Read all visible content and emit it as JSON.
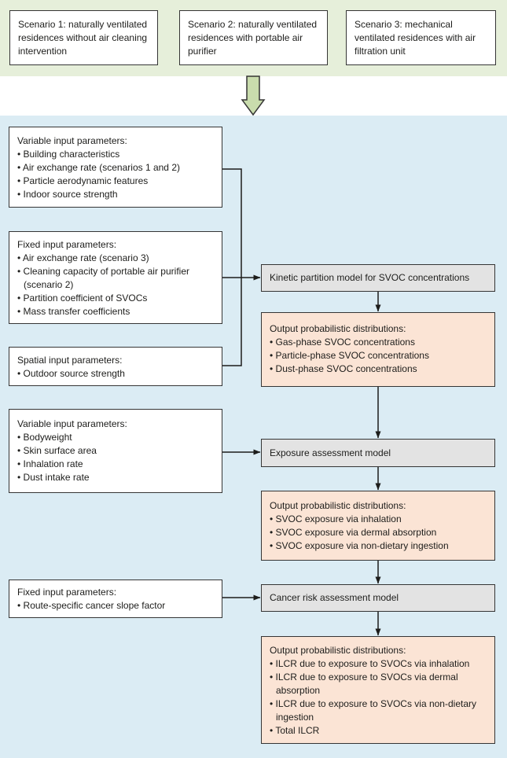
{
  "figure": {
    "type": "flowchart",
    "description": "Probabilistic SVOC exposure and cancer risk assessment framework"
  },
  "colors": {
    "green_band": "#e6efda",
    "blue_panel": "#dbecf4",
    "box_fill": "#ffffff",
    "model_box_fill": "#e3e3e3",
    "output_box_fill": "#fbe4d5",
    "arrow_fill": "#c9dcad",
    "border": "#353535",
    "line": "#1d1d1b",
    "text": "#1d1d1b"
  },
  "icons": {
    "down_arrow": "big-green-down-arrow",
    "flow_arrowhead": "black-triangle-arrowhead"
  },
  "scenarios": [
    {
      "label": "Scenario 1: naturally ventilated residences without air cleaning intervention"
    },
    {
      "label": "Scenario 2: naturally ventilated residences with portable air purifier"
    },
    {
      "label": "Scenario 3: mechanical ventilated residences with air filtration unit"
    }
  ],
  "inputs": [
    {
      "title": "Variable input parameters:",
      "items": [
        "• Building characteristics",
        "• Air exchange rate (scenarios 1 and 2)",
        "• Particle aerodynamic features",
        "• Indoor source strength"
      ]
    },
    {
      "title": "Fixed input parameters:",
      "items": [
        "• Air exchange rate (scenario 3)",
        "• Cleaning capacity of portable air purifier (scenario 2)",
        "• Partition coefficient of SVOCs",
        "• Mass transfer coefficients"
      ]
    },
    {
      "title": "Spatial input parameters:",
      "items": [
        "• Outdoor source strength"
      ]
    },
    {
      "title": "Variable input parameters:",
      "items": [
        "• Bodyweight",
        "• Skin surface area",
        "• Inhalation rate",
        "• Dust intake rate"
      ]
    },
    {
      "title": "Fixed input parameters:",
      "items": [
        "• Route-specific cancer slope factor"
      ]
    }
  ],
  "models": [
    {
      "label": "Kinetic partition model for SVOC concentrations"
    },
    {
      "label": "Exposure assessment model"
    },
    {
      "label": "Cancer risk assessment model"
    }
  ],
  "outputs": [
    {
      "title": "Output probabilistic distributions:",
      "items": [
        "• Gas-phase SVOC concentrations",
        "• Particle-phase SVOC concentrations",
        "• Dust-phase SVOC concentrations"
      ]
    },
    {
      "title": "Output probabilistic distributions:",
      "items": [
        "• SVOC exposure via inhalation",
        "• SVOC exposure via dermal absorption",
        "• SVOC exposure via non-dietary ingestion"
      ]
    },
    {
      "title": "Output probabilistic distributions:",
      "items": [
        "• ILCR due to exposure to SVOCs via inhalation",
        "• ILCR due to exposure to SVOCs via dermal absorption",
        "• ILCR due to exposure to SVOCs via non-dietary ingestion",
        "• Total ILCR"
      ]
    }
  ]
}
